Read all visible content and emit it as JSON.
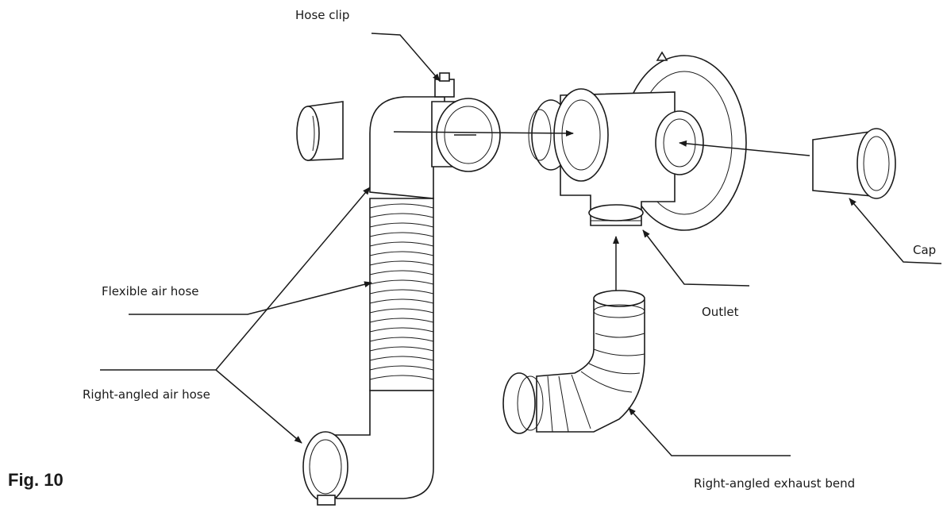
{
  "figure": {
    "caption": "Fig. 10"
  },
  "labels": {
    "hose_clip": "Hose clip",
    "cap": "Cap",
    "flexible_air_hose": "Flexible air hose",
    "outlet": "Outlet",
    "right_angled_air_hose": "Right-angled air hose",
    "right_angled_exhaust_bend": "Right-angled exhaust bend"
  },
  "colors": {
    "ink": "#1a1a1a",
    "background": "#ffffff"
  }
}
